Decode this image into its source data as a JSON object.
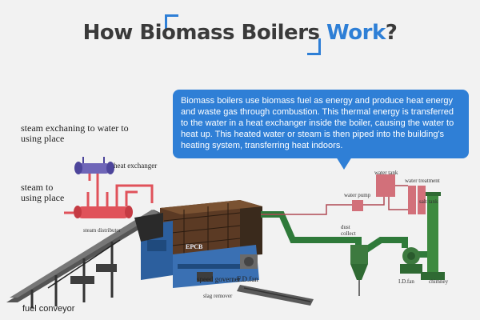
{
  "title": {
    "main": "How Biomass Boilers ",
    "accent": "Work",
    "suffix": "?"
  },
  "description": "Biomass boilers use biomass fuel as energy and produce heat energy and waste gas through combustion. This thermal energy is transferred to the water in a heat exchanger inside the boiler, causing the water to heat up. This heated water or steam is then piped into the building's heating system, transferring heat indoors.",
  "labels": {
    "steam_exchanging": "steam exchaning to water to using place",
    "heat_exchanger": "heat exchanger",
    "steam_using": "steam to using place",
    "steam_distributor": "steam distributor",
    "fuel_conveyor": "fuel conveyor",
    "speed_governer": "speed governer",
    "fd_fan": "F.D.fan",
    "slag_remover": "slag remover",
    "water_tank": "water tank",
    "water_treatment": "water treatment",
    "salt_tank": "salt tank",
    "water_pump": "water pump",
    "dust_collect": "dust collect",
    "id_fan": "I.D.fan",
    "chimney": "chimney",
    "brand": "EPCB"
  },
  "colors": {
    "accent": "#2e7fd6",
    "bubble": "#2f7fd6",
    "pipe_red": "#e0525a",
    "pipe_green": "#2f7a3a",
    "boiler_dark": "#3a2a1c",
    "boiler_blue": "#2c5f9e",
    "conveyor": "#4b4b4b"
  }
}
